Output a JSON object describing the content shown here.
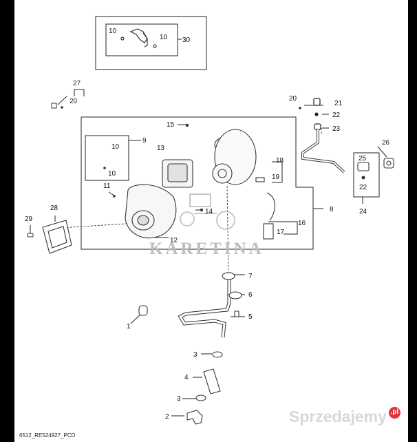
{
  "diagram": {
    "callouts": [
      {
        "id": "c10a",
        "text": "10"
      },
      {
        "id": "c10b",
        "text": "10"
      },
      {
        "id": "c30",
        "text": "30"
      },
      {
        "id": "c27",
        "text": "27"
      },
      {
        "id": "c20a",
        "text": "20"
      },
      {
        "id": "c20b",
        "text": "20"
      },
      {
        "id": "c21",
        "text": "21"
      },
      {
        "id": "c22a",
        "text": "22"
      },
      {
        "id": "c23",
        "text": "23"
      },
      {
        "id": "c15",
        "text": "15"
      },
      {
        "id": "c9",
        "text": "9"
      },
      {
        "id": "c10c",
        "text": "10"
      },
      {
        "id": "c10d",
        "text": "10"
      },
      {
        "id": "c13",
        "text": "13"
      },
      {
        "id": "c11",
        "text": "11"
      },
      {
        "id": "c18",
        "text": "18"
      },
      {
        "id": "c19",
        "text": "19"
      },
      {
        "id": "c26",
        "text": "26"
      },
      {
        "id": "c25",
        "text": "25"
      },
      {
        "id": "c22b",
        "text": "22"
      },
      {
        "id": "c24",
        "text": "24"
      },
      {
        "id": "c14",
        "text": "14"
      },
      {
        "id": "c8",
        "text": "8"
      },
      {
        "id": "c28",
        "text": "28"
      },
      {
        "id": "c29",
        "text": "29"
      },
      {
        "id": "c16",
        "text": "16"
      },
      {
        "id": "c17",
        "text": "17"
      },
      {
        "id": "c12",
        "text": "12"
      },
      {
        "id": "c7",
        "text": "7"
      },
      {
        "id": "c6",
        "text": "6"
      },
      {
        "id": "c5",
        "text": "5"
      },
      {
        "id": "c1",
        "text": "1"
      },
      {
        "id": "c3a",
        "text": "3"
      },
      {
        "id": "c4",
        "text": "4"
      },
      {
        "id": "c3b",
        "text": "3"
      },
      {
        "id": "c2",
        "text": "2"
      }
    ],
    "drawing_code": "6512_RE524927_PCD"
  },
  "watermark": {
    "text": "KARETINA"
  },
  "brand": {
    "text": "Sprzedajemy",
    "badge": ".pl",
    "color": "#e0333a"
  }
}
